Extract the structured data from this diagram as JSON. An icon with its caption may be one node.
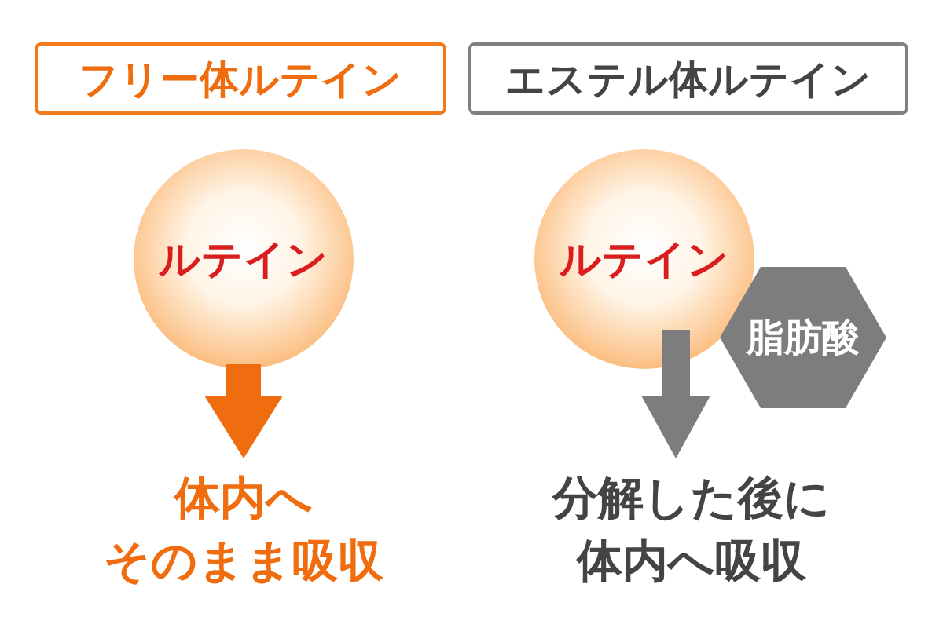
{
  "diagram": {
    "nodes": [
      {
        "text": [
          "フリー体ルテイン"
        ]
      },
      {
        "text": [
          "エステル体ルテイン"
        ]
      },
      {
        "text": [
          "ルテイン"
        ]
      },
      {
        "text": [
          "体内へそのまま吸収"
        ]
      },
      {
        "text": [
          "ルテイン"
        ]
      },
      {
        "text": [
          "脂肪酸"
        ]
      },
      {
        "text": [
          "分解した後に体内へ吸収"
        ]
      }
    ],
    "edges": [
      {
        "from": 2,
        "to": 3,
        "arrow": "to",
        "color": "#f06d0f"
      },
      {
        "from": 4,
        "to": 6,
        "arrow": "to",
        "color": "#7d7d7d"
      }
    ]
  }
}
